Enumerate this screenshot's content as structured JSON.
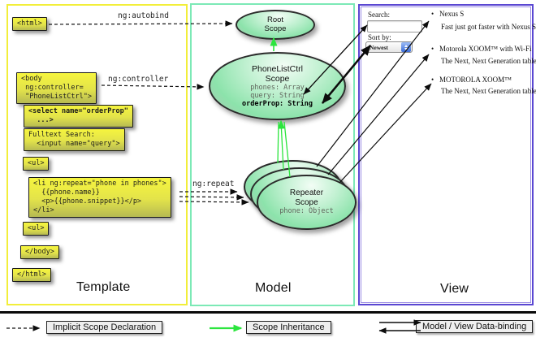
{
  "panels": {
    "template": {
      "label": "Template",
      "boxes": {
        "html_open": "<html>",
        "body_open": "<body\n ng:controller=\n \"PhoneListCtrl\">",
        "select": "<select name=\"orderProp\"\n  ...>",
        "fulltext": "Fulltext Search:\n  <input name=\"query\">",
        "ul_open": "<ul>",
        "li_repeat": "<li ng:repeat=\"phone in phones\">\n  {{phone.name}}\n  <p>{{phone.snippet}}</p>\n</li>",
        "ul_close": "<ul>",
        "body_close": "</body>",
        "html_close": "</html>"
      }
    },
    "model": {
      "label": "Model",
      "root_scope": {
        "title": "Root\nScope"
      },
      "phonelist_scope": {
        "title": "PhoneListCtrl\nScope",
        "prop_phones": "phones: Array",
        "prop_query": "query: String",
        "prop_order": "orderProp: String"
      },
      "repeater_scope": {
        "title": "Repeater\nScope",
        "prop_phone": "phone: Object"
      }
    },
    "view": {
      "label": "View",
      "search_label": "Search:",
      "search_value": "",
      "sort_label": "Sort by:",
      "sort_value": "Newest",
      "bullet": "•",
      "items": [
        {
          "title": "Nexus S",
          "desc": "Fast just got faster with Nexus S."
        },
        {
          "title": "Motorola XOOM™ with Wi-Fi",
          "desc": "The Next, Next Generation tablet."
        },
        {
          "title": "MOTOROLA XOOM™",
          "desc": "The Next, Next Generation tablet."
        }
      ]
    }
  },
  "edge_labels": {
    "autobind": "ng:autobind",
    "controller": "ng:controller",
    "repeat": "ng:repeat"
  },
  "legend": {
    "implicit": "Implicit Scope Declaration",
    "inheritance": "Scope Inheritance",
    "binding": "Model / View Data-binding"
  },
  "colors": {
    "template_border": "#f2ee3a",
    "model_border": "#7ce9b6",
    "view_border": "#5a47d2",
    "inheritance_green": "#2ce53e",
    "code_box_top": "#f5f440",
    "code_box_bottom": "#b6ba52",
    "scope_fill_light": "#f2fdf5",
    "scope_fill_green": "#8ce3ab"
  }
}
